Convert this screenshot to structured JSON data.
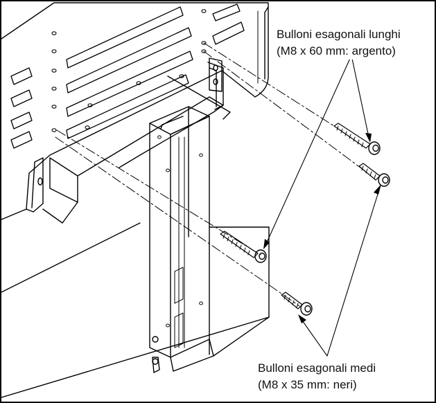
{
  "callouts": {
    "long_bolts": {
      "line1": "Bulloni esagonali lunghi",
      "line2": "(M8 x 60 mm: argento)"
    },
    "medium_bolts": {
      "line1": "Bulloni esagonali medi",
      "line2": "(M8 x 35 mm: neri)"
    }
  },
  "colors": {
    "stroke": "#000000",
    "background": "#ffffff"
  }
}
